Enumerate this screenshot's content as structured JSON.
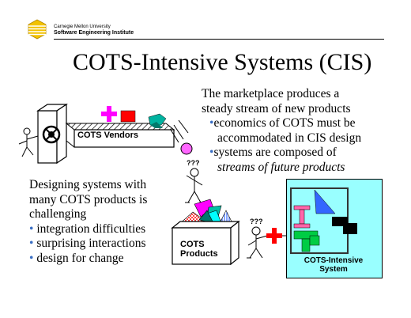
{
  "header": {
    "university": "Carnegie Mellon University",
    "institute": "Software Engineering Institute"
  },
  "title": "COTS-Intensive Systems (CIS)",
  "right_text": {
    "line1": "The marketplace produces a",
    "line2": "steady stream of new products",
    "bullets": [
      {
        "line1": "economics of COTS must be",
        "line2": "accommodated in CIS design"
      },
      {
        "line1": "systems are composed of",
        "line2": "streams of future products"
      }
    ]
  },
  "left_text": {
    "line1": "Designing systems with",
    "line2": "many COTS products is",
    "line3": "challenging",
    "bullets": [
      "integration difficulties",
      "surprising interactions",
      "design for change"
    ]
  },
  "diagram": {
    "vendors_label": "COTS Vendors",
    "question1": "???",
    "question2": "???",
    "products_line1": "COTS",
    "products_line2": "Products",
    "system_line1": "COTS-Intensive",
    "system_line2": "System"
  },
  "colors": {
    "bullet": "#3a6fc4",
    "system_box": "#99ffff",
    "magenta": "#ff00ff",
    "red": "#ff0000",
    "green": "#00cc44",
    "teal": "#00bfa5",
    "blue": "#3366ff"
  }
}
